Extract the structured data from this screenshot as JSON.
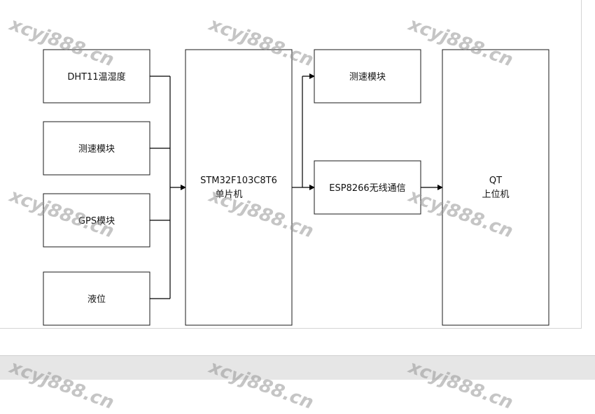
{
  "diagram": {
    "nodes": {
      "dht11": "DHT11温湿度",
      "speed_in": "测速模块",
      "gps": "GPS模块",
      "level": "液位",
      "mcu_line1": "STM32F103C8T6",
      "mcu_line2": "单片机",
      "speed_out": "测速模块",
      "esp": "ESP8266无线通信",
      "qt_line1": "QT",
      "qt_line2": "上位机"
    }
  },
  "watermark": {
    "text": "xcyj888.cn"
  },
  "colors": {
    "line": "#000000",
    "box_border": "#1a1a1a",
    "watermark": "#969696"
  }
}
